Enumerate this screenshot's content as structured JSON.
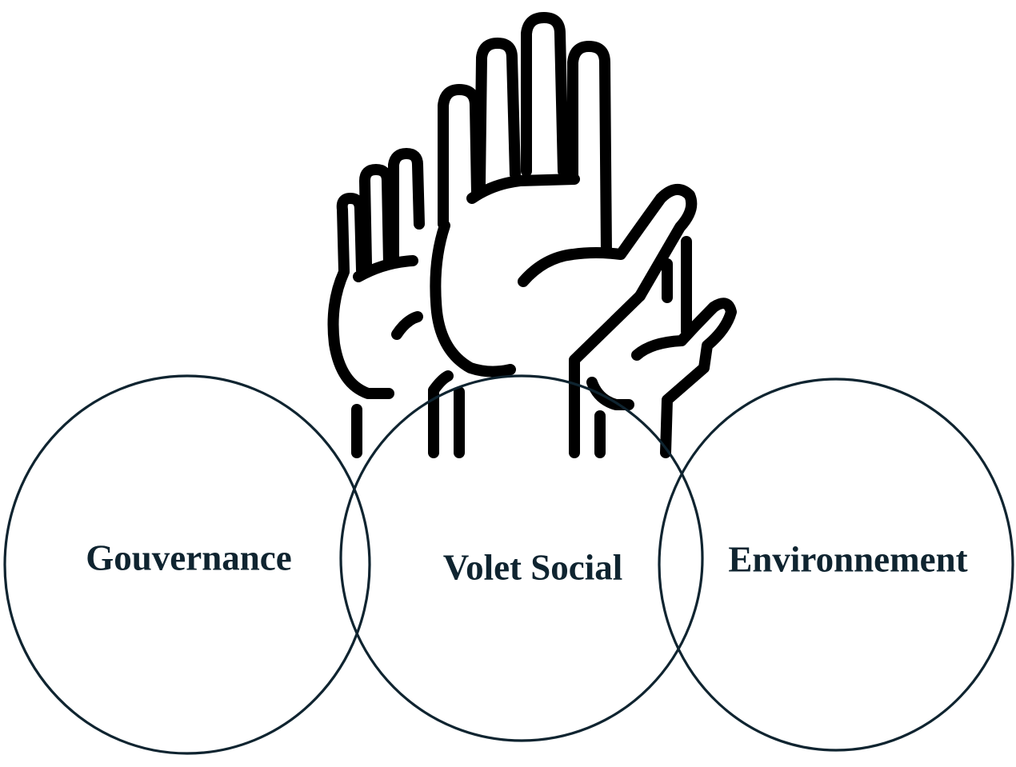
{
  "diagram": {
    "circles": [
      {
        "id": "governance",
        "label": "Gouvernance"
      },
      {
        "id": "social",
        "label": "Volet Social"
      },
      {
        "id": "environment",
        "label": "Environnement"
      }
    ],
    "icon": "raised-hands-icon",
    "colors": {
      "outline": "#0f2430",
      "label": "#0f2430",
      "icon": "#000000",
      "background": "#ffffff"
    }
  }
}
